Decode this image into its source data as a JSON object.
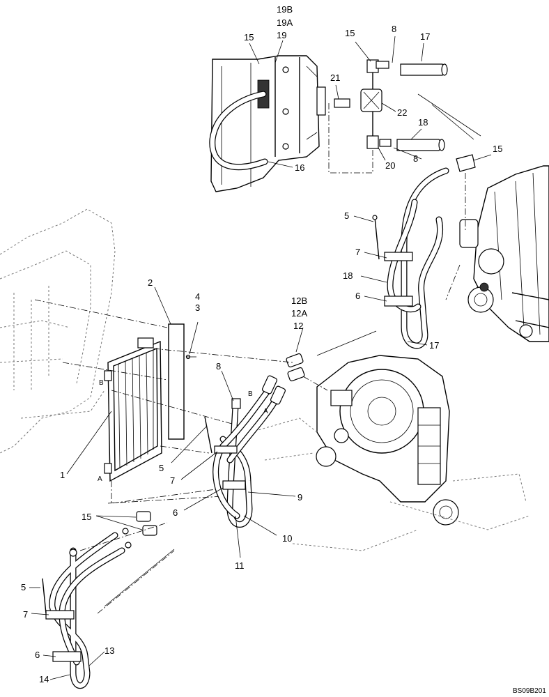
{
  "callouts": {
    "c19b": "19B",
    "c19a": "19A",
    "c19": "19",
    "c15_top_left": "15",
    "c15_top_mid": "15",
    "c8_top": "8",
    "c17_top": "17",
    "c21": "21",
    "c22": "22",
    "c18_top": "18",
    "c15_right": "15",
    "c20": "20",
    "c8_mid": "8",
    "c16": "16",
    "c5_right": "5",
    "c7_right": "7",
    "c18_right": "18",
    "c6_right": "6",
    "c17_right": "17",
    "c2": "2",
    "c4": "4",
    "c3": "3",
    "c12b": "12B",
    "c12a": "12A",
    "c12": "12",
    "c8_center": "8",
    "c1": "1",
    "c5_center": "5",
    "c7_center": "7",
    "c6_center": "6",
    "c9": "9",
    "c10": "10",
    "c11": "11",
    "c15_bottom": "15",
    "c5_bottom": "5",
    "c7_bottom": "7",
    "c6_bottom": "6",
    "c13": "13",
    "c14": "14"
  },
  "port_marks": {
    "b_cooler": "B",
    "a_cooler": "A",
    "b_hose": "B",
    "a_hose": "A"
  },
  "figure_ref": "BS09B201"
}
